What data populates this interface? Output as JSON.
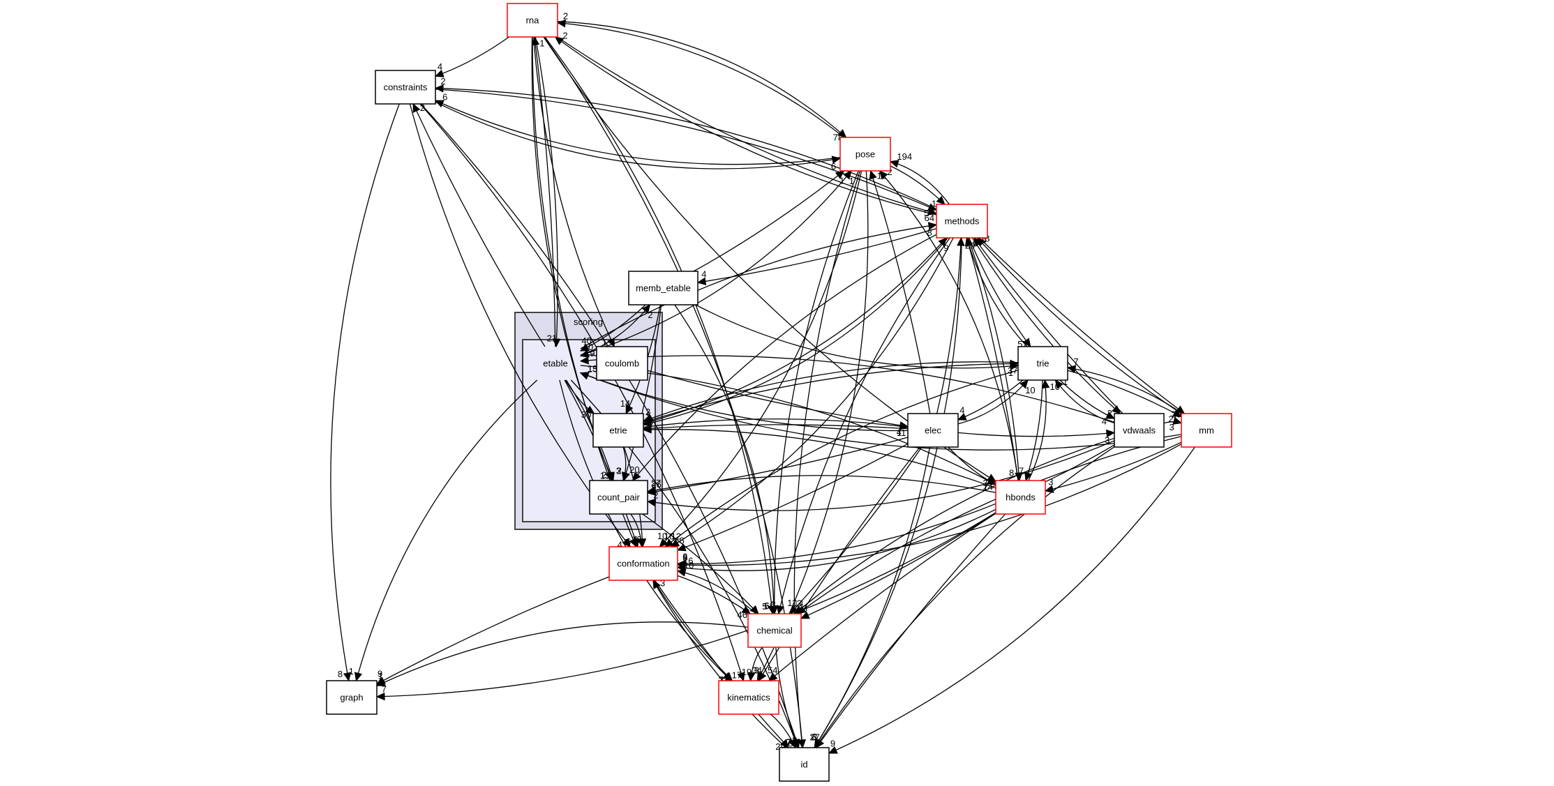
{
  "title": "scoring directory dependency graph",
  "colors": {
    "highlight_border": "#ff0000",
    "normal_border": "#000000",
    "cluster_outer_fill": "#dcdcec",
    "cluster_inner_fill": "#ebebfa"
  },
  "cluster": {
    "outer_label": "scoring",
    "inner_node": "etable"
  },
  "nodes": [
    {
      "id": "rna",
      "label": "rna",
      "red": true
    },
    {
      "id": "constraints",
      "label": "constraints",
      "red": false
    },
    {
      "id": "pose",
      "label": "pose",
      "red": true
    },
    {
      "id": "methods",
      "label": "methods",
      "red": true
    },
    {
      "id": "memb_etable",
      "label": "memb_etable",
      "red": false
    },
    {
      "id": "etable",
      "label": "etable",
      "red": false,
      "cluster": true
    },
    {
      "id": "coulomb",
      "label": "coulomb",
      "red": false
    },
    {
      "id": "etrie",
      "label": "etrie",
      "red": false
    },
    {
      "id": "count_pair",
      "label": "count_pair",
      "red": false
    },
    {
      "id": "trie",
      "label": "trie",
      "red": false
    },
    {
      "id": "elec",
      "label": "elec",
      "red": false
    },
    {
      "id": "vdwaals",
      "label": "vdwaals",
      "red": false
    },
    {
      "id": "mm",
      "label": "mm",
      "red": true
    },
    {
      "id": "hbonds",
      "label": "hbonds",
      "red": true
    },
    {
      "id": "conformation",
      "label": "conformation",
      "red": true
    },
    {
      "id": "chemical",
      "label": "chemical",
      "red": true
    },
    {
      "id": "kinematics",
      "label": "kinematics",
      "red": true
    },
    {
      "id": "graph",
      "label": "graph",
      "red": false
    },
    {
      "id": "id",
      "label": "id",
      "red": false
    }
  ],
  "edges": [
    {
      "from": "rna",
      "to": "constraints",
      "label": "4"
    },
    {
      "from": "etable",
      "to": "rna",
      "label": "1"
    },
    {
      "from": "methods",
      "to": "rna",
      "label": "2"
    },
    {
      "from": "pose",
      "to": "rna",
      "label": "2"
    },
    {
      "from": "rna",
      "to": "pose",
      "label": "78"
    },
    {
      "from": "rna",
      "to": "coulomb",
      "label": "1"
    },
    {
      "from": "rna",
      "to": "etable",
      "label": "21"
    },
    {
      "from": "rna",
      "to": "hbonds",
      "label": "3"
    },
    {
      "from": "rna",
      "to": "id",
      "label": "3"
    },
    {
      "from": "rna",
      "to": "conformation",
      "label": "7"
    },
    {
      "from": "rna",
      "to": "chemical",
      "label": "5"
    },
    {
      "from": "rna",
      "to": "count_pair",
      "label": "13"
    },
    {
      "from": "etable",
      "to": "constraints",
      "label": "2"
    },
    {
      "from": "methods",
      "to": "constraints",
      "label": "2"
    },
    {
      "from": "pose",
      "to": "constraints",
      "label": "6"
    },
    {
      "from": "constraints",
      "to": "pose",
      "label": "6"
    },
    {
      "from": "constraints",
      "to": "methods",
      "label": "5"
    },
    {
      "from": "constraints",
      "to": "graph",
      "label": "8"
    },
    {
      "from": "constraints",
      "to": "id",
      "label": "70"
    },
    {
      "from": "constraints",
      "to": "conformation",
      "label": "4"
    },
    {
      "from": "constraints",
      "to": "kinematics",
      "label": "17"
    },
    {
      "from": "etable",
      "to": "pose",
      "label": "17"
    },
    {
      "from": "memb_etable",
      "to": "pose",
      "label": "1"
    },
    {
      "from": "pose",
      "to": "methods",
      "label": "1"
    },
    {
      "from": "methods",
      "to": "pose",
      "label": "194"
    },
    {
      "from": "rna",
      "to": "methods",
      "label": "64"
    },
    {
      "from": "elec",
      "to": "pose",
      "label": "11"
    },
    {
      "from": "hbonds",
      "to": "pose",
      "label": "2"
    },
    {
      "from": "pose",
      "to": "conformation",
      "label": "10"
    },
    {
      "from": "pose",
      "to": "id",
      "label": "2"
    },
    {
      "from": "pose",
      "to": "kinematics",
      "label": "34"
    },
    {
      "from": "pose",
      "to": "chemical",
      "label": "60"
    },
    {
      "from": "etable",
      "to": "methods",
      "label": "8"
    },
    {
      "from": "etrie",
      "to": "methods",
      "label": "9"
    },
    {
      "from": "elec",
      "to": "methods",
      "label": "29"
    },
    {
      "from": "methods",
      "to": "memb_etable",
      "label": "4"
    },
    {
      "from": "methods",
      "to": "trie",
      "label": "57"
    },
    {
      "from": "trie",
      "to": "methods",
      "label": "2"
    },
    {
      "from": "hbonds",
      "to": "methods",
      "label": "6"
    },
    {
      "from": "vdwaals",
      "to": "methods",
      "label": "6"
    },
    {
      "from": "methods",
      "to": "vdwaals",
      "label": "2"
    },
    {
      "from": "methods",
      "to": "mm",
      "label": "20"
    },
    {
      "from": "mm",
      "to": "methods",
      "label": "8"
    },
    {
      "from": "methods",
      "to": "hbonds",
      "label": "8"
    },
    {
      "from": "methods",
      "to": "conformation",
      "label": "12"
    },
    {
      "from": "methods",
      "to": "chemical",
      "label": "3"
    },
    {
      "from": "methods",
      "to": "id",
      "label": "27"
    },
    {
      "from": "methods",
      "to": "count_pair",
      "label": "20"
    },
    {
      "from": "methods",
      "to": "etrie",
      "label": "5"
    },
    {
      "from": "memb_etable",
      "to": "etable",
      "label": "40"
    },
    {
      "from": "etable",
      "to": "memb_etable",
      "label": "2"
    },
    {
      "from": "memb_etable",
      "to": "trie",
      "label": "1"
    },
    {
      "from": "memb_etable",
      "to": "etrie",
      "label": "14"
    },
    {
      "from": "memb_etable",
      "to": "count_pair",
      "label": "2"
    },
    {
      "from": "memb_etable",
      "to": "chemical",
      "label": "5"
    },
    {
      "from": "coulomb",
      "to": "etable",
      "label": "10"
    },
    {
      "from": "coulomb",
      "to": "elec",
      "label": "4"
    },
    {
      "from": "etable",
      "to": "etrie",
      "label": "30"
    },
    {
      "from": "etable",
      "to": "count_pair",
      "label": "21"
    },
    {
      "from": "etable",
      "to": "graph",
      "label": "1"
    },
    {
      "from": "etable",
      "to": "id",
      "label": "7"
    },
    {
      "from": "etable",
      "to": "kinematics",
      "label": "23"
    },
    {
      "from": "etable",
      "to": "hbonds",
      "label": "14"
    },
    {
      "from": "etable",
      "to": "conformation",
      "label": "6"
    },
    {
      "from": "elec",
      "to": "etable",
      "label": "13"
    },
    {
      "from": "vdwaals",
      "to": "etable",
      "label": "19"
    },
    {
      "from": "mm",
      "to": "etable",
      "label": "15"
    },
    {
      "from": "etrie",
      "to": "count_pair",
      "label": "3"
    },
    {
      "from": "etrie",
      "to": "conformation",
      "label": "4"
    },
    {
      "from": "trie",
      "to": "etrie",
      "label": "2"
    },
    {
      "from": "elec",
      "to": "etrie",
      "label": "9"
    },
    {
      "from": "hbonds",
      "to": "etrie",
      "label": "5"
    },
    {
      "from": "etrie",
      "to": "trie",
      "label": "37"
    },
    {
      "from": "etrie",
      "to": "elec",
      "label": "11"
    },
    {
      "from": "count_pair",
      "to": "conformation",
      "label": "13"
    },
    {
      "from": "count_pair",
      "to": "chemical",
      "label": "4"
    },
    {
      "from": "elec",
      "to": "count_pair",
      "label": "26"
    },
    {
      "from": "hbonds",
      "to": "count_pair",
      "label": "27"
    },
    {
      "from": "vdwaals",
      "to": "count_pair",
      "label": "2"
    },
    {
      "from": "trie",
      "to": "elec",
      "label": "4"
    },
    {
      "from": "elec",
      "to": "trie",
      "label": "10"
    },
    {
      "from": "trie",
      "to": "hbonds",
      "label": "7"
    },
    {
      "from": "hbonds",
      "to": "trie",
      "label": "10"
    },
    {
      "from": "trie",
      "to": "vdwaals",
      "label": "4"
    },
    {
      "from": "vdwaals",
      "to": "trie",
      "label": "1"
    },
    {
      "from": "trie",
      "to": "mm",
      "label": "2"
    },
    {
      "from": "mm",
      "to": "trie",
      "label": "7"
    },
    {
      "from": "trie",
      "to": "conformation",
      "label": "16"
    },
    {
      "from": "elec",
      "to": "hbonds",
      "label": "2"
    },
    {
      "from": "elec",
      "to": "conformation",
      "label": "8"
    },
    {
      "from": "elec",
      "to": "chemical",
      "label": "11"
    },
    {
      "from": "elec",
      "to": "kinematics",
      "label": "3"
    },
    {
      "from": "elec",
      "to": "id",
      "label": "2"
    },
    {
      "from": "elec",
      "to": "vdwaals",
      "label": "3"
    },
    {
      "from": "vdwaals",
      "to": "mm",
      "label": "3"
    },
    {
      "from": "vdwaals",
      "to": "chemical",
      "label": "14"
    },
    {
      "from": "vdwaals",
      "to": "conformation",
      "label": "6"
    },
    {
      "from": "vdwaals",
      "to": "id",
      "label": "6"
    },
    {
      "from": "mm",
      "to": "conformation",
      "label": "8"
    },
    {
      "from": "mm",
      "to": "chemical",
      "label": "3"
    },
    {
      "from": "mm",
      "to": "id",
      "label": "9"
    },
    {
      "from": "mm",
      "to": "hbonds",
      "label": "3"
    },
    {
      "from": "hbonds",
      "to": "conformation",
      "label": "16"
    },
    {
      "from": "hbonds",
      "to": "chemical",
      "label": "3"
    },
    {
      "from": "hbonds",
      "to": "graph",
      "label": "7"
    },
    {
      "from": "hbonds",
      "to": "id",
      "label": "3"
    },
    {
      "from": "hbonds",
      "to": "kinematics",
      "label": "54"
    },
    {
      "from": "conformation",
      "to": "chemical",
      "label": "46"
    },
    {
      "from": "chemical",
      "to": "conformation",
      "label": "10"
    },
    {
      "from": "conformation",
      "to": "kinematics",
      "label": "33"
    },
    {
      "from": "conformation",
      "to": "graph",
      "label": "9"
    },
    {
      "from": "conformation",
      "to": "id",
      "label": "29"
    },
    {
      "from": "id",
      "to": "conformation",
      "label": "3"
    },
    {
      "from": "chemical",
      "to": "kinematics",
      "label": "19"
    },
    {
      "from": "chemical",
      "to": "id",
      "label": "7"
    },
    {
      "from": "chemical",
      "to": "graph",
      "label": "1"
    },
    {
      "from": "kinematics",
      "to": "id",
      "label": "45"
    }
  ]
}
